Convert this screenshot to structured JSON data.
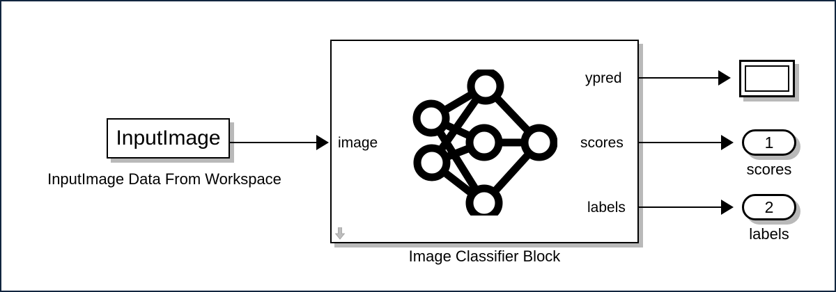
{
  "canvas": {
    "border_color": "#11253f",
    "background": "#ffffff"
  },
  "source_block": {
    "name": "InputImage",
    "label": "InputImage",
    "caption": "InputImage Data From Workspace"
  },
  "classifier_block": {
    "caption": "Image Classifier Block",
    "input_ports": [
      {
        "name": "image",
        "label": "image"
      }
    ],
    "output_ports": [
      {
        "name": "ypred",
        "label": "ypred"
      },
      {
        "name": "scores",
        "label": "scores"
      },
      {
        "name": "labels",
        "label": "labels"
      }
    ],
    "icon": {
      "name": "neural-network-icon",
      "layers": [
        2,
        3,
        1
      ]
    },
    "resize_glyph": "resize-down-arrow-icon"
  },
  "sinks": {
    "scope": {
      "name": "scope-block",
      "icon": "scope-icon"
    },
    "outports": [
      {
        "name": "scores",
        "number": "1",
        "caption": "scores"
      },
      {
        "name": "labels",
        "number": "2",
        "caption": "labels"
      }
    ]
  },
  "signals": [
    {
      "from": "InputImage",
      "to": "image"
    },
    {
      "from": "ypred",
      "to": "scope-block"
    },
    {
      "from": "scores",
      "to": "outport-1"
    },
    {
      "from": "labels",
      "to": "outport-2"
    }
  ]
}
